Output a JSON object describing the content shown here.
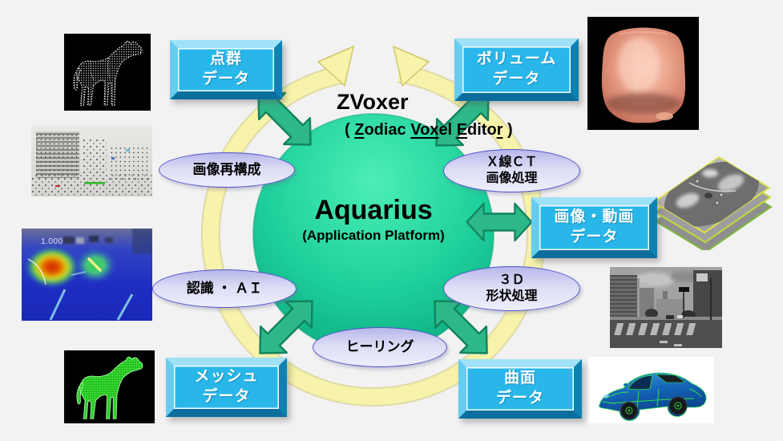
{
  "diagram": {
    "title": "ZVoxer",
    "subtitle_segments": [
      {
        "text": "( ",
        "underline": false
      },
      {
        "text": "Z",
        "underline": true
      },
      {
        "text": "odiac ",
        "underline": false
      },
      {
        "text": "Vox",
        "underline": true
      },
      {
        "text": "el ",
        "underline": false
      },
      {
        "text": "E",
        "underline": true
      },
      {
        "text": "dito",
        "underline": false
      },
      {
        "text": "r",
        "underline": true
      },
      {
        "text": " )",
        "underline": false
      }
    ],
    "center": {
      "name": "Aquarius",
      "subtitle": "(Application Platform)"
    },
    "data_boxes": [
      {
        "id": "point-cloud",
        "line1": "点群",
        "line2": "データ"
      },
      {
        "id": "volume",
        "line1": "ボリューム",
        "line2": "データ"
      },
      {
        "id": "image-video",
        "line1": "画像・動画",
        "line2": "データ"
      },
      {
        "id": "surface",
        "line1": "曲面",
        "line2": "データ"
      },
      {
        "id": "mesh",
        "line1": "メッシュ",
        "line2": "データ"
      }
    ],
    "process_ovals": [
      {
        "id": "image-reconstruction",
        "line1": "画像再構成",
        "line2": ""
      },
      {
        "id": "xray-ct",
        "line1": "Ｘ線ＣＴ",
        "line2": "画像処理"
      },
      {
        "id": "recognition-ai",
        "line1": "認識 ・ ＡＩ",
        "line2": ""
      },
      {
        "id": "shape-3d",
        "line1": "３Ｄ",
        "line2": "形状処理"
      },
      {
        "id": "healing",
        "line1": "ヒーリング",
        "line2": ""
      }
    ],
    "heatmap_label": "1.000",
    "images": [
      {
        "id": "point-cloud-horse",
        "desc": "white point-cloud horse on black"
      },
      {
        "id": "city-point-cloud",
        "desc": "street scene point cloud"
      },
      {
        "id": "road-heatmap",
        "desc": "AI detection heatmap over road"
      },
      {
        "id": "mesh-horse",
        "desc": "green mesh horse on black"
      },
      {
        "id": "volume-torso",
        "desc": "volume rendered chest CT"
      },
      {
        "id": "ct-slices",
        "desc": "stacked CT image slices"
      },
      {
        "id": "street-photo",
        "desc": "grayscale city street photo"
      },
      {
        "id": "surface-car",
        "desc": "blue CAD car with green wireframe"
      }
    ],
    "colors": {
      "background": "#f2f2f2",
      "box_face": "#29b7ea",
      "box_bevel_top": "#9fe2f7",
      "box_bevel_left": "#66cdf1",
      "box_bevel_right": "#0e81b2",
      "box_bevel_bottom": "#0b6e9d",
      "box_text": "#ffffff",
      "arrow_green": "#2db88a",
      "arrow_green_dark": "#12845f",
      "ring_yellow": "#f7f3ab",
      "ring_yellow_edge": "#cfc667",
      "circle_green_light": "#4deeb6",
      "circle_green": "#1ccf9a",
      "circle_green_dark": "#0ba278",
      "oval_fill_top": "#b7b7ea",
      "oval_fill_bottom": "#eeeefc",
      "oval_border": "#5252cf",
      "title_text": "#000000"
    }
  }
}
